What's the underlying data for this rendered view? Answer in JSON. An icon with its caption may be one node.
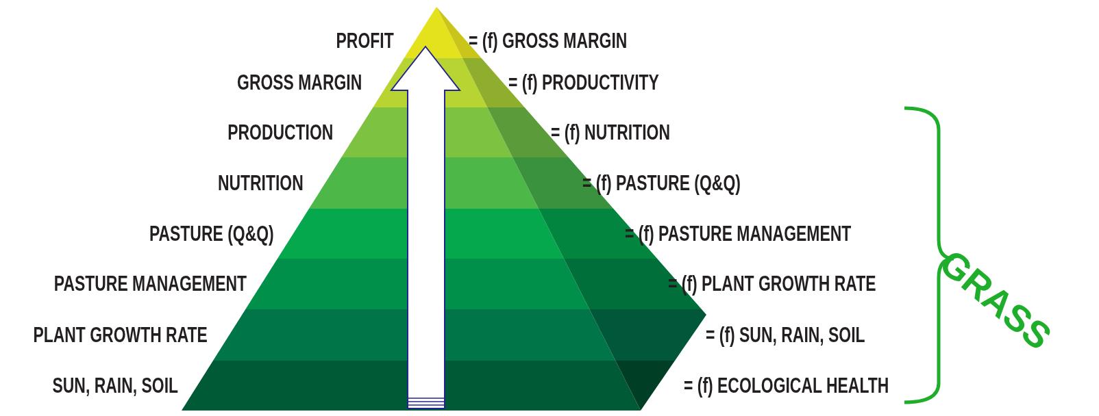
{
  "diagram": {
    "nodes": [
      {
        "text": [
          "PROFIT"
        ],
        "beside": [
          "= (f) GROSS MARGIN"
        ]
      },
      {
        "text": [
          "GROSS MARGIN"
        ],
        "beside": [
          "= (f) PRODUCTIVITY"
        ]
      },
      {
        "text": [
          "PRODUCTION"
        ],
        "beside": [
          "= (f) NUTRITION"
        ]
      },
      {
        "text": [
          "NUTRITION"
        ],
        "beside": [
          "= (f) PASTURE (Q&Q)"
        ]
      },
      {
        "text": [
          "PASTURE (Q&Q)"
        ],
        "beside": [
          "= (f) PASTURE MANAGEMENT"
        ]
      },
      {
        "text": [
          "PASTURE MANAGEMENT"
        ],
        "beside": [
          "= (f) PLANT GROWTH RATE"
        ]
      },
      {
        "text": [
          "PLANT GROWTH RATE"
        ],
        "beside": [
          "= (f) SUN, RAIN, SOIL"
        ]
      },
      {
        "text": [
          "SUN, RAIN, SOIL"
        ],
        "beside": [
          "= (f) ECOLOGICAL HEALTH"
        ]
      }
    ],
    "labels": [
      "GRASS"
    ]
  }
}
